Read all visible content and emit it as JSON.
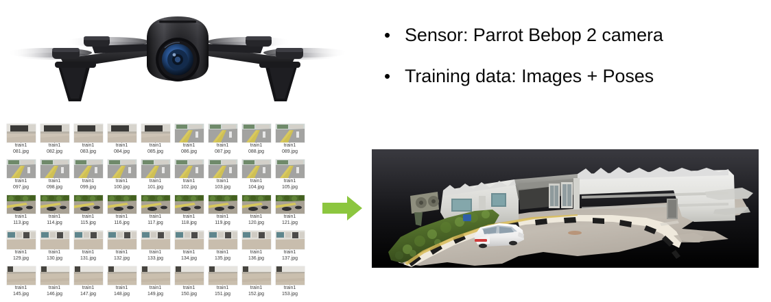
{
  "slide": {
    "background_color": "#ffffff"
  },
  "drone_photo": {
    "subject": "Parrot Bebop 2 quadcopter drone, front view",
    "body_color": "#1c1c1e",
    "lens_color": "#2b4f80",
    "alt": "Parrot Bebop 2 camera drone"
  },
  "bullets": {
    "marker": "•",
    "items": [
      {
        "label": "Sensor: Parrot Bebop 2 camera"
      },
      {
        "label": "Training data: Images + Poses"
      }
    ]
  },
  "arrow": {
    "direction": "right",
    "color": "#8CC63F",
    "name": "process-flow-arrow"
  },
  "thumbnail_grid": {
    "columns": 9,
    "rows": 5,
    "name_prefix": "train1",
    "label_color": "#3a3a3a",
    "items": [
      [
        {
          "line1": "train1",
          "line2": "081.jpg",
          "scene": "garage"
        },
        {
          "line1": "train1",
          "line2": "082.jpg",
          "scene": "garage"
        },
        {
          "line1": "train1",
          "line2": "083.jpg",
          "scene": "garage"
        },
        {
          "line1": "train1",
          "line2": "084.jpg",
          "scene": "garage"
        },
        {
          "line1": "train1",
          "line2": "085.jpg",
          "scene": "garage"
        },
        {
          "line1": "train1",
          "line2": "086.jpg",
          "scene": "road"
        },
        {
          "line1": "train1",
          "line2": "087.jpg",
          "scene": "road"
        },
        {
          "line1": "train1",
          "line2": "088.jpg",
          "scene": "road"
        },
        {
          "line1": "train1",
          "line2": "089.jpg",
          "scene": "road"
        }
      ],
      [
        {
          "line1": "train1",
          "line2": "097.jpg",
          "scene": "road"
        },
        {
          "line1": "train1",
          "line2": "098.jpg",
          "scene": "road"
        },
        {
          "line1": "train1",
          "line2": "099.jpg",
          "scene": "road"
        },
        {
          "line1": "train1",
          "line2": "100.jpg",
          "scene": "road"
        },
        {
          "line1": "train1",
          "line2": "101.jpg",
          "scene": "road"
        },
        {
          "line1": "train1",
          "line2": "102.jpg",
          "scene": "road"
        },
        {
          "line1": "train1",
          "line2": "103.jpg",
          "scene": "road"
        },
        {
          "line1": "train1",
          "line2": "104.jpg",
          "scene": "road"
        },
        {
          "line1": "train1",
          "line2": "105.jpg",
          "scene": "road"
        }
      ],
      [
        {
          "line1": "train1",
          "line2": "113.jpg",
          "scene": "hedge"
        },
        {
          "line1": "train1",
          "line2": "114.jpg",
          "scene": "hedge"
        },
        {
          "line1": "train1",
          "line2": "115.jpg",
          "scene": "hedge"
        },
        {
          "line1": "train1",
          "line2": "116.jpg",
          "scene": "hedge"
        },
        {
          "line1": "train1",
          "line2": "117.jpg",
          "scene": "hedge"
        },
        {
          "line1": "train1",
          "line2": "118.jpg",
          "scene": "hedge"
        },
        {
          "line1": "train1",
          "line2": "119.jpg",
          "scene": "hedge"
        },
        {
          "line1": "train1",
          "line2": "120.jpg",
          "scene": "hedge"
        },
        {
          "line1": "train1",
          "line2": "121.jpg",
          "scene": "hedge"
        }
      ],
      [
        {
          "line1": "train1",
          "line2": "129.jpg",
          "scene": "facade"
        },
        {
          "line1": "train1",
          "line2": "130.jpg",
          "scene": "facade"
        },
        {
          "line1": "train1",
          "line2": "131.jpg",
          "scene": "facade"
        },
        {
          "line1": "train1",
          "line2": "132.jpg",
          "scene": "facade"
        },
        {
          "line1": "train1",
          "line2": "133.jpg",
          "scene": "facade"
        },
        {
          "line1": "train1",
          "line2": "134.jpg",
          "scene": "facade"
        },
        {
          "line1": "train1",
          "line2": "135.jpg",
          "scene": "facade"
        },
        {
          "line1": "train1",
          "line2": "136.jpg",
          "scene": "facade"
        },
        {
          "line1": "train1",
          "line2": "137.jpg",
          "scene": "facade"
        }
      ],
      [
        {
          "line1": "train1",
          "line2": "145.jpg",
          "scene": "wall"
        },
        {
          "line1": "train1",
          "line2": "146.jpg",
          "scene": "wall"
        },
        {
          "line1": "train1",
          "line2": "147.jpg",
          "scene": "wall"
        },
        {
          "line1": "train1",
          "line2": "148.jpg",
          "scene": "wall"
        },
        {
          "line1": "train1",
          "line2": "149.jpg",
          "scene": "wall"
        },
        {
          "line1": "train1",
          "line2": "150.jpg",
          "scene": "wall"
        },
        {
          "line1": "train1",
          "line2": "151.jpg",
          "scene": "wall"
        },
        {
          "line1": "train1",
          "line2": "152.jpg",
          "scene": "wall"
        },
        {
          "line1": "train1",
          "line2": "153.jpg",
          "scene": "wall"
        }
      ]
    ]
  },
  "reconstruction": {
    "background_color": "#000000",
    "description": "Textured 3D photogrammetry mesh of a building forecourt with driveway, white car and hedge",
    "elements": [
      "white building facade",
      "covered entrance porch",
      "asphalt driveway",
      "white sedan car",
      "green hedge row",
      "black and white striped curb",
      "air conditioning units"
    ]
  }
}
